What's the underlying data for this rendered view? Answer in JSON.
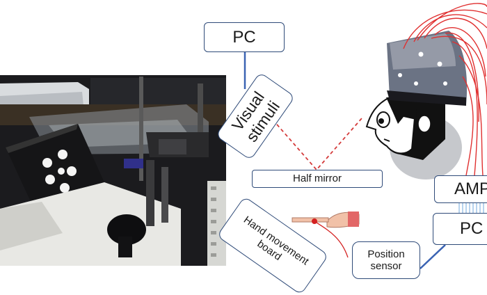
{
  "labels": {
    "pc_top": "PC",
    "visual_stimuli": "Visual\nstimuli",
    "half_mirror": "Half mirror",
    "hand_movement_board": "Hand movement\nboard",
    "position_sensor": "Position\nsensor",
    "amp": "AMP",
    "pc_right": "PC"
  },
  "colors": {
    "box_border": "#2e4a78",
    "connector_blue": "#3a63b3",
    "sight_line_red": "#d43a3a",
    "electrode_wire": "#e03030"
  }
}
